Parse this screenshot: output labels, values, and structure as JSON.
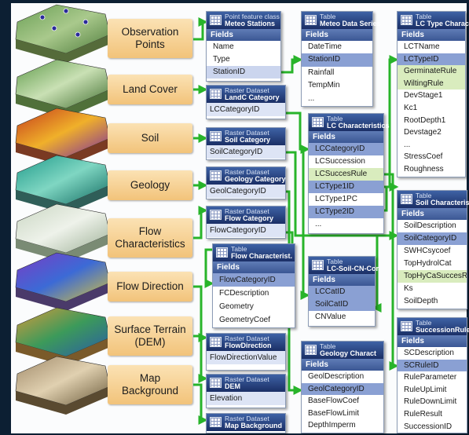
{
  "layers": [
    {
      "lines": [
        "Observation",
        "Points"
      ]
    },
    {
      "lines": [
        "Land Cover"
      ]
    },
    {
      "lines": [
        "Soil"
      ]
    },
    {
      "lines": [
        "Geology"
      ]
    },
    {
      "lines": [
        "Flow",
        "Characteristics"
      ]
    },
    {
      "lines": [
        "Flow Direction"
      ]
    },
    {
      "lines": [
        "Surface Terrain",
        "(DEM)"
      ]
    },
    {
      "lines": [
        "Map",
        "Background"
      ]
    }
  ],
  "datasets": {
    "meteo_stations": {
      "kind": "Point feature class",
      "name": "Meteo Stations",
      "fields_label": "Fields",
      "rows": [
        "Name",
        "Type",
        "StationID"
      ]
    },
    "landc_category": {
      "kind": "Raster Dataset",
      "name": "LandC Category",
      "rows": [
        "LCCategoryID"
      ]
    },
    "soil_category": {
      "kind": "Raster Dataset",
      "name": "Soil Category",
      "rows": [
        "SoilCategoryID"
      ]
    },
    "geology_category": {
      "kind": "Raster Dataset",
      "name": "Geology Category",
      "rows": [
        "GeolCategoryID"
      ]
    },
    "flow_category": {
      "kind": "Raster Dataset",
      "name": "Flow Category",
      "rows": [
        "FlowCategoryID"
      ]
    },
    "flow_direction": {
      "kind": "Raster Dataset",
      "name": "FlowDirection",
      "rows": [
        "FlowDirectionValue"
      ]
    },
    "dem": {
      "kind": "Raster Dataset",
      "name": "DEM",
      "rows": [
        "Elevation"
      ]
    },
    "map_background": {
      "kind": "Raster Dataset",
      "name": "Map Background",
      "rows": []
    }
  },
  "tables": {
    "flow_characterist": {
      "kind": "Table",
      "name": "Flow Characterist.",
      "fields_label": "Fields",
      "rows": [
        "FlowCategoryID",
        "FCDescription",
        "Geometry",
        "GeometryCoef"
      ]
    },
    "meteo_data_series": {
      "kind": "Table",
      "name": "Meteo Data Series",
      "fields_label": "Fields",
      "rows": [
        "DateTime",
        "StationID",
        "Rainfall",
        "TempMin",
        "..."
      ]
    },
    "lc_characteristics": {
      "kind": "Table",
      "name": "LC Characteristics",
      "fields_label": "Fields",
      "rows": [
        "LCCategoryID",
        "LCSuccession",
        "LCSuccesRule",
        "LCType1ID",
        "LCType1PC",
        "LCType2ID",
        "..."
      ]
    },
    "lc_soil_cn_cor": {
      "kind": "Table",
      "name": "LC-Soil-CN-Cor.",
      "fields_label": "Fields",
      "rows": [
        "LCCatID",
        "SoilCatID",
        "CNValue"
      ]
    },
    "geology_charact": {
      "kind": "Table",
      "name": "Geology Charact",
      "fields_label": "Fields",
      "rows": [
        "GeolDescription",
        "GeolCategoryID",
        "BaseFlowCoef",
        "BaseFlowLimit",
        "DepthImperm"
      ]
    },
    "lc_type_charact": {
      "kind": "Table",
      "name": "LC Type Charact.",
      "fields_label": "Fields",
      "rows": [
        "LCTName",
        "LCTypeID",
        "GerminateRule",
        "WiltingRule",
        "DevStage1",
        "Kc1",
        "RootDepth1",
        "Devstage2",
        "...",
        "StressCoef",
        "Roughness"
      ]
    },
    "soil_characterist": {
      "kind": "Table",
      "name": "Soil Characterist.",
      "fields_label": "Fields",
      "rows": [
        "SoilDescription",
        "SoilCategoryID",
        "SWHCsycoef",
        "TopHydrolCat",
        "TopHyCaSuccesRule",
        "Ks",
        "SoilDepth"
      ]
    },
    "succession_rules": {
      "kind": "Table",
      "name": "SuccessionRules",
      "fields_label": "Fields",
      "rows": [
        "SCDescription",
        "SCRuleID",
        "RuleParameter",
        "RuleUpLimit",
        "RuleDownLimit",
        "RuleResult",
        "SuccessionID"
      ]
    }
  },
  "colors": {
    "connector": "#28b42a",
    "header": "#1f3a7a",
    "label": "#f6cf8c",
    "frame": "#0c1f33"
  }
}
